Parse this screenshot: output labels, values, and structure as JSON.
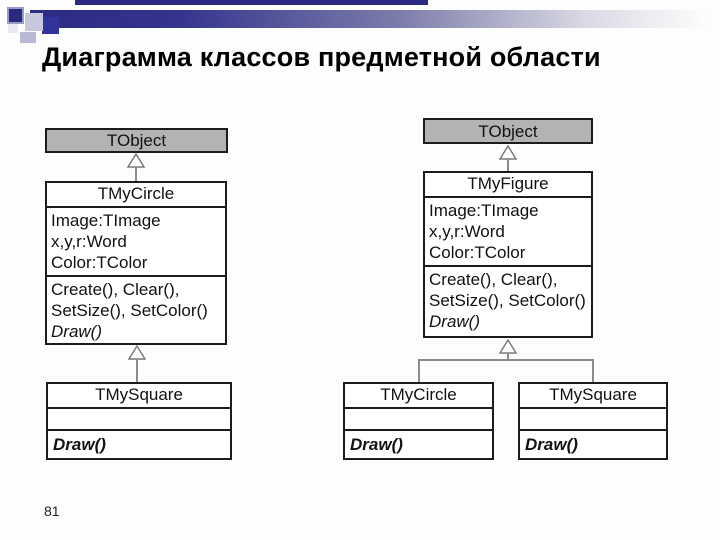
{
  "slide": {
    "title": "Диаграмма классов предметной области",
    "page_number": "81"
  },
  "colors": {
    "accent_navy": "#2b2b84",
    "class_header_fill": "#b3b3b3",
    "box_border": "#1c1c1c",
    "connector_gray": "#8c8c8c"
  },
  "diagrams": {
    "left": {
      "root": {
        "name": "TObject"
      },
      "main": {
        "name": "TMyCircle",
        "attributes": [
          "Image:TImage",
          "x,y,r:Word",
          "Color:TColor"
        ],
        "method_lines": [
          "Create(), Clear(),",
          "SetSize(), SetColor()"
        ],
        "abstract_method": "Draw()"
      },
      "children": [
        {
          "name": "TMySquare",
          "abstract_method": "Draw()"
        }
      ]
    },
    "right": {
      "root": {
        "name": "TObject"
      },
      "main": {
        "name": "TMyFigure",
        "attributes": [
          "Image:TImage",
          "x,y,r:Word",
          "Color:TColor"
        ],
        "method_lines": [
          "Create(), Clear(),",
          "SetSize(), SetColor()"
        ],
        "abstract_method": "Draw()"
      },
      "children": [
        {
          "name": "TMyCircle",
          "abstract_method": "Draw()"
        },
        {
          "name": "TMySquare",
          "abstract_method": "Draw()"
        }
      ]
    }
  }
}
